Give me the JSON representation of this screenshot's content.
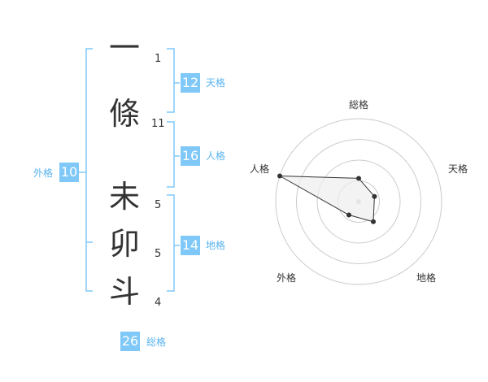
{
  "name_chars": [
    "一",
    "條",
    "未",
    "卯",
    "斗"
  ],
  "strokes": [
    "1",
    "11",
    "5",
    "5",
    "4"
  ],
  "kaku": {
    "tenkaku": {
      "value": "12",
      "label": "天格"
    },
    "jinkaku": {
      "value": "16",
      "label": "人格"
    },
    "chikaku": {
      "value": "14",
      "label": "地格"
    },
    "gaikaku": {
      "value": "10",
      "label": "外格"
    },
    "soukaku": {
      "value": "26",
      "label": "総格"
    }
  },
  "radar": {
    "axes": [
      "総格",
      "天格",
      "地格",
      "外格",
      "人格"
    ],
    "levels": [
      0.28,
      0.2,
      0.3,
      0.2,
      1.0
    ],
    "rings": 4,
    "colors": {
      "ring": "#cccccc",
      "fill": "#eeeeee",
      "line": "#333333",
      "point": "#333333",
      "center": "#cccccc"
    }
  },
  "colors": {
    "accent": "#7fc8f8",
    "accent_text": "#5ab4ef",
    "bracket": "#7fc8f8",
    "text": "#333333"
  }
}
